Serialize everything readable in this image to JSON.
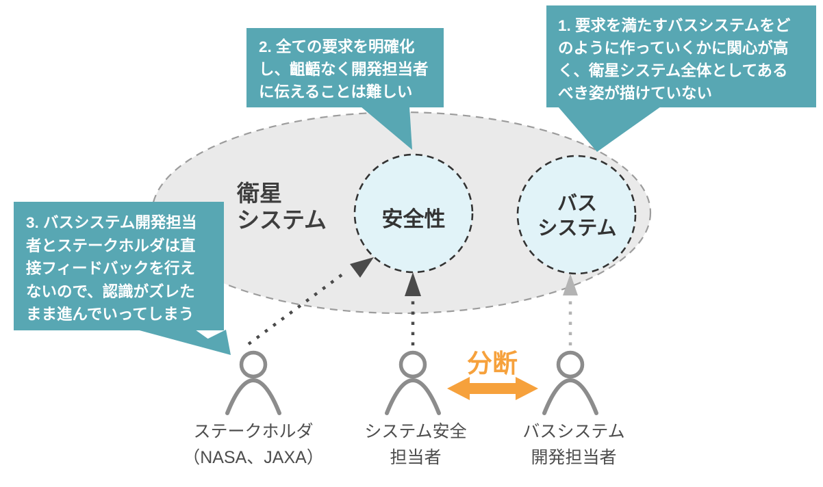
{
  "callouts": {
    "c1": {
      "text": "1. 要求を満たすバスシステムをど\nのように作っていくかに関心が高\nく、衛星システム全体としてある\nべき姿が描けていない"
    },
    "c2": {
      "text": "2. 全ての要求を明確化\nし、齟齬なく開発担当者\nに伝えることは難しい"
    },
    "c3": {
      "text": "3. バスシステム開発担当\n者とステークホルダは直\n接フィードバックを行え\nないので、認識がズレた\nまま進んでいってしまう"
    }
  },
  "system": {
    "ellipse_label": "衛星\nシステム",
    "safety_circle_label": "安全性",
    "bus_circle_label": "バス\nシステム"
  },
  "actors": [
    {
      "id": "stakeholder",
      "label": "ステークホルダ\n（NASA、JAXA）"
    },
    {
      "id": "system-safety-engineer",
      "label": "システム安全\n担当者"
    },
    {
      "id": "bus-system-developer",
      "label": "バスシステム\n開発担当者"
    }
  ],
  "disconnect_label": "分断",
  "colors": {
    "callout_teal": "#58A7B3",
    "disconnect_orange": "#F6A13C",
    "ellipse_fill": "#EAEAEA",
    "ellipse_border": "#9C9C9C",
    "circle_fill": "#E1F3F8",
    "circle_border": "#333333",
    "person_gray": "#8C8C8C",
    "dark_arrow": "#4A4A4A",
    "light_arrow": "#B3B3B3",
    "heading_text": "#3E3E3E",
    "label_text": "#4D4D4D",
    "callout_text": "#FFFFFF"
  }
}
